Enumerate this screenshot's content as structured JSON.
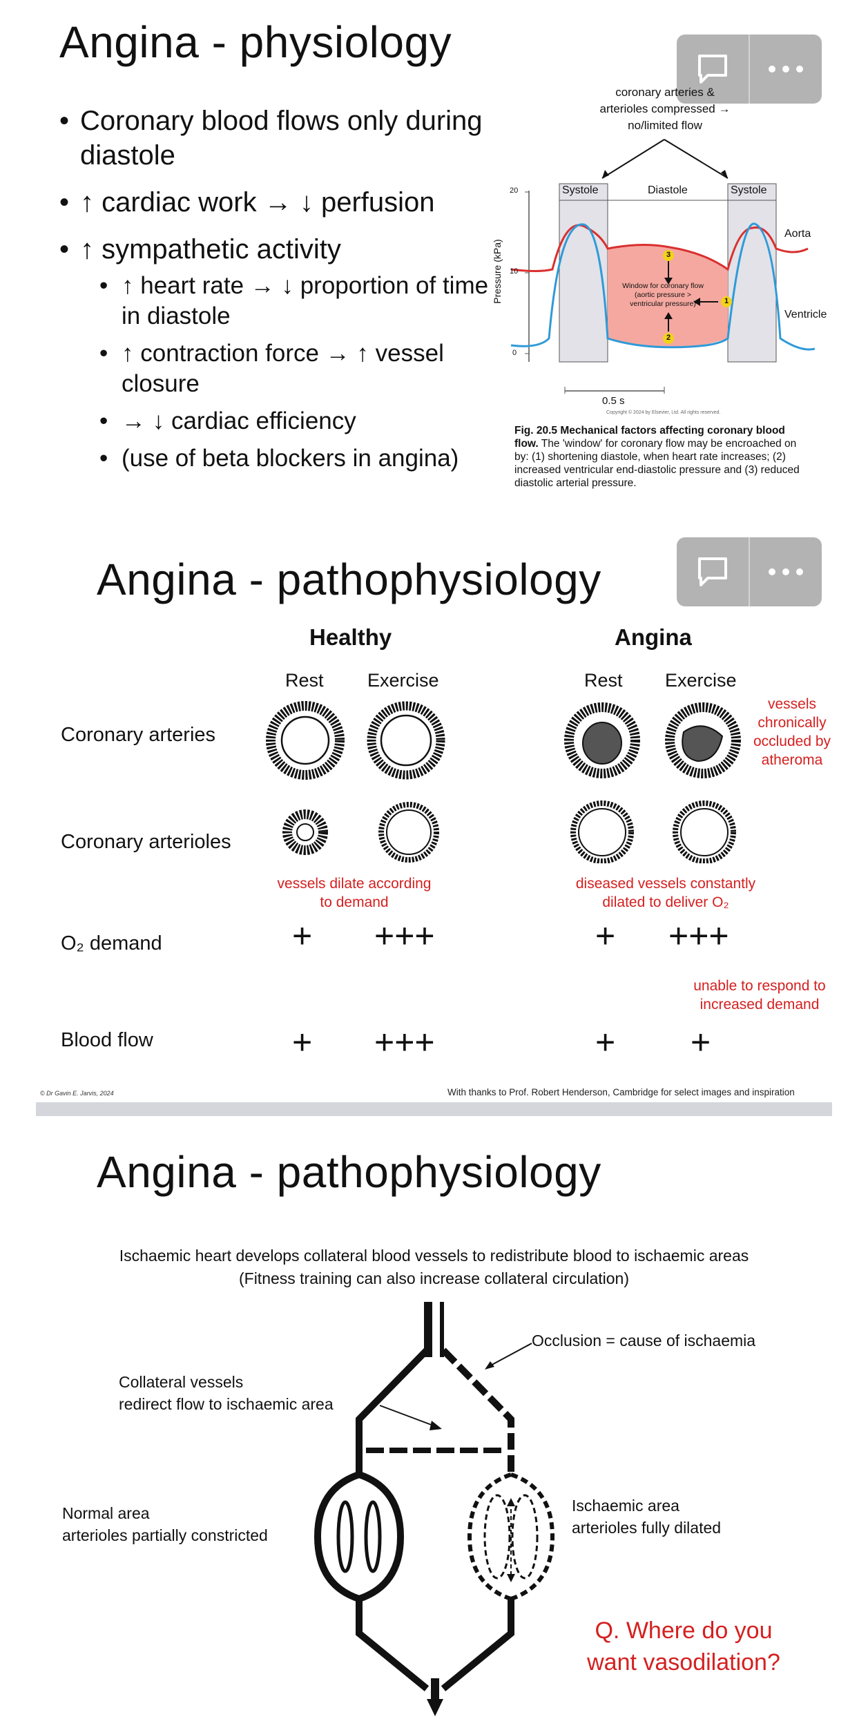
{
  "slide1": {
    "title": "Angina - physiology",
    "bullets": [
      {
        "text": "Coronary blood flows only during diastole"
      },
      {
        "text": "↑ cardiac work → ↓ perfusion"
      },
      {
        "text": "↑ sympathetic activity"
      }
    ],
    "sub_bullets": [
      "↑ heart rate → ↓ proportion of time in diastole",
      "↑ contraction force → ↑ vessel closure",
      "→ ↓ cardiac efficiency",
      "(use of beta blockers in angina)"
    ],
    "figure": {
      "top_annotation": "coronary arteries & arterioles compressed → no/limited flow",
      "phase_labels": [
        "Systole",
        "Diastole",
        "Systole"
      ],
      "aorta_label": "Aorta",
      "ventricle_label": "Ventricle",
      "y_axis_label": "Pressure (kPa)",
      "y_ticks": [
        "20",
        "10",
        "0"
      ],
      "window_label": "Window for coronary flow (aortic pressure > ventricular pressure)",
      "markers": [
        "3",
        "1",
        "2"
      ],
      "scale_label": "0.5 s",
      "copyright": "Copyright © 2024 by Elsevier, Ltd. All rights reserved.",
      "caption_bold": "Fig. 20.5   Mechanical factors affecting coronary blood flow.",
      "caption_rest": "The 'window' for coronary flow may be encroached on by: (1) shortening diastole, when heart rate increases; (2) increased ventricular end-diastolic pressure and (3) reduced diastolic arterial pressure."
    }
  },
  "slide2": {
    "title": "Angina - pathophysiology",
    "group_healthy": "Healthy",
    "group_angina": "Angina",
    "col_rest": "Rest",
    "col_exercise": "Exercise",
    "row_arteries": "Coronary arteries",
    "row_arterioles": "Coronary arterioles",
    "row_o2": "O₂ demand",
    "row_flow": "Blood flow",
    "note_occluded": "vessels chronically occluded by atheroma",
    "note_dilate": "vessels dilate according to demand",
    "note_diseased": "diseased vessels constantly dilated to deliver O₂",
    "note_unable": "unable to respond to increased demand",
    "o2_values": [
      "+",
      "+++",
      "+",
      "+++"
    ],
    "flow_values": [
      "+",
      "+++",
      "+",
      "+"
    ],
    "footer_left": "© Dr Gavin E. Jarvis, 2024",
    "footer_right": "With thanks to Prof. Robert Henderson, Cambridge for select images and inspiration"
  },
  "slide3": {
    "title": "Angina - pathophysiology",
    "subtitle_1": "Ischaemic heart develops collateral blood vessels to redistribute blood to ischaemic areas",
    "subtitle_2": "(Fitness training can also increase collateral circulation)",
    "label_occlusion": "Occlusion  = cause of ischaemia",
    "label_collateral_1": "Collateral vessels",
    "label_collateral_2": "redirect flow to ischaemic area",
    "label_normal_1": "Normal area",
    "label_normal_2": "arterioles partially constricted",
    "label_ischaemic_1": "Ischaemic area",
    "label_ischaemic_2": "arterioles fully dilated",
    "question_1": "Q. Where do you",
    "question_2": "want vasodilation?"
  },
  "colors": {
    "annotation_red": "#d42020",
    "aorta_line": "#d93030",
    "ventricle_line": "#2f9ad8",
    "window_fill": "#f5a8a0",
    "systole_band": "#e2e2e8",
    "marker_yellow": "#f3d21a",
    "floating_bar": "#b3b3b3",
    "divider_bar": "#d4d6db"
  }
}
